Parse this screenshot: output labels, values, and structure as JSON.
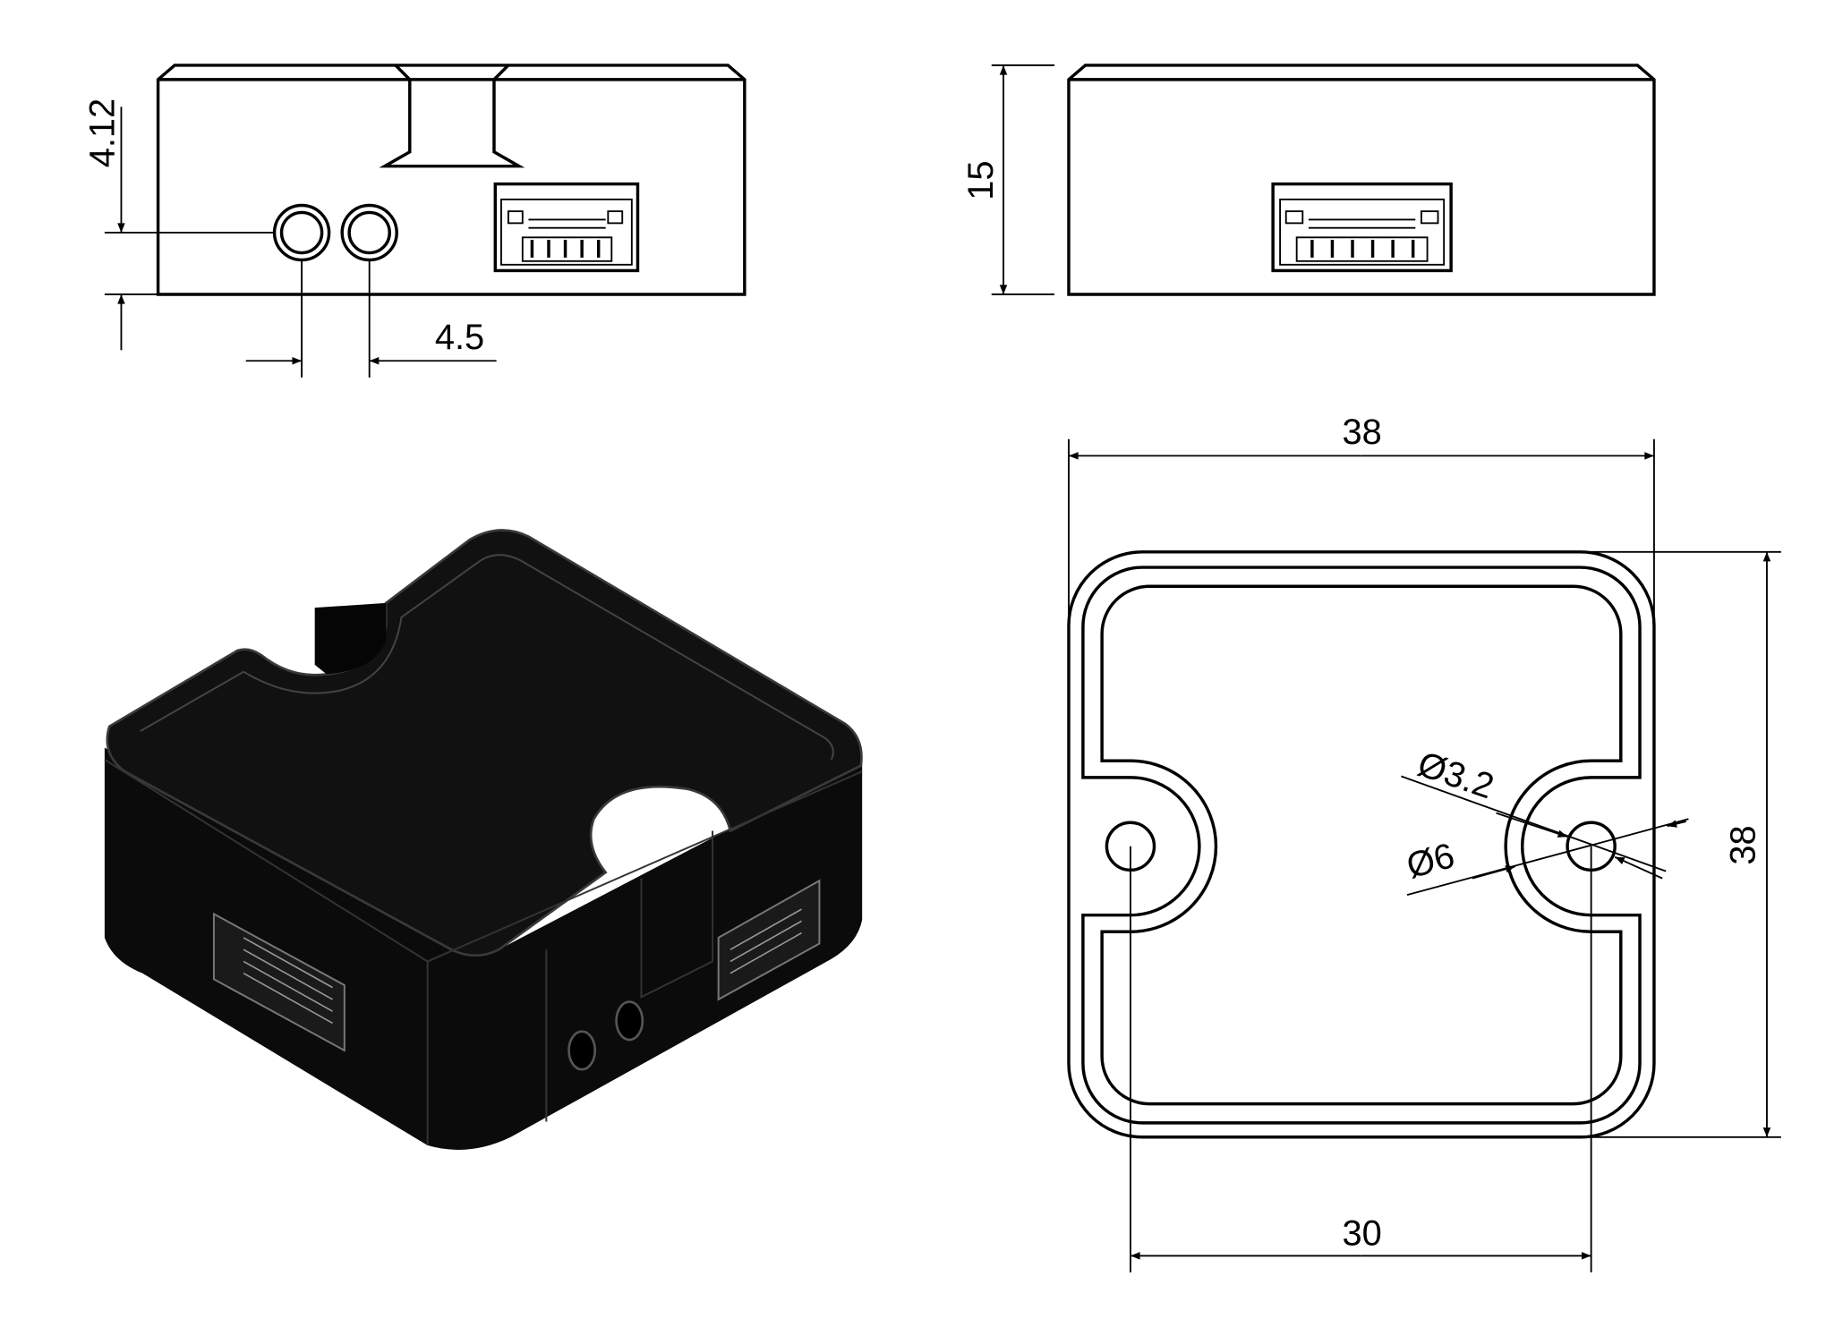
{
  "drawing": {
    "front_view": {
      "height_dim": "4.12",
      "spacing_dim": "4.5"
    },
    "side_view": {
      "height_dim": "15"
    },
    "plan_view": {
      "width_dim": "38",
      "depth_dim": "38",
      "hole_spacing_dim": "30",
      "hole_diameter": "Ø3.2",
      "counterbore_diameter": "Ø6"
    },
    "colors": {
      "line": "#000000",
      "body": "#0b0b0b",
      "edge": "#3a3a3a"
    }
  }
}
